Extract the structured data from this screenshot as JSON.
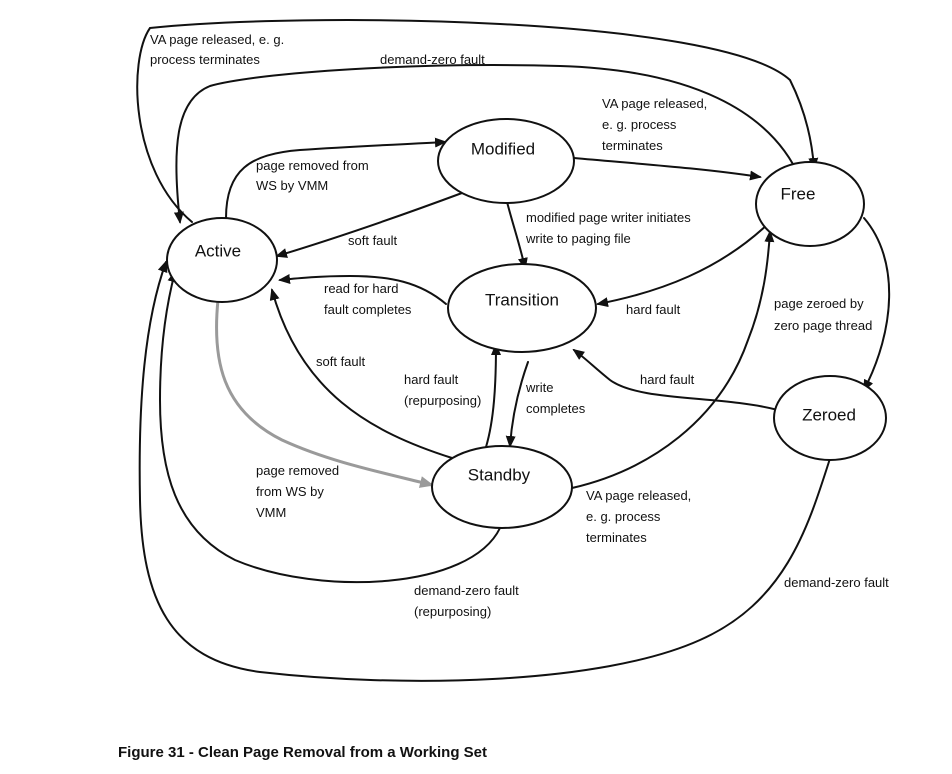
{
  "diagram": {
    "states": {
      "active": "Active",
      "modified": "Modified",
      "free": "Free",
      "transition": "Transition",
      "standby": "Standby",
      "zeroed": "Zeroed"
    },
    "edges": {
      "active_to_free": [
        "VA page released, e. g.",
        "process terminates"
      ],
      "free_to_active": [
        "demand-zero fault"
      ],
      "modified_to_free": [
        "VA page released,",
        "e. g. process",
        "terminates"
      ],
      "active_to_modified": [
        "page removed from",
        "WS by VMM"
      ],
      "modified_to_active": [
        "soft fault"
      ],
      "modified_to_transition": [
        "modified page writer initiates",
        "write to paging file"
      ],
      "transition_to_active": [
        "read for hard",
        "fault completes"
      ],
      "free_to_transition": [
        "hard fault"
      ],
      "free_to_zeroed": [
        "page zeroed by",
        "zero page thread"
      ],
      "standby_to_active": [
        "soft fault"
      ],
      "standby_to_transition": [
        "hard fault",
        "(repurposing)"
      ],
      "transition_to_standby": [
        "write",
        "completes"
      ],
      "zeroed_to_transition": [
        "hard fault"
      ],
      "active_to_standby": [
        "page removed",
        "from WS by",
        "VMM"
      ],
      "standby_to_free": [
        "VA page released,",
        "e. g. process",
        "terminates"
      ],
      "standby_to_active_demand_zero": [
        "demand-zero fault",
        "(repurposing)"
      ],
      "zeroed_to_active": [
        "demand-zero fault"
      ]
    }
  },
  "caption": "Figure 31 - Clean Page Removal from a Working Set"
}
